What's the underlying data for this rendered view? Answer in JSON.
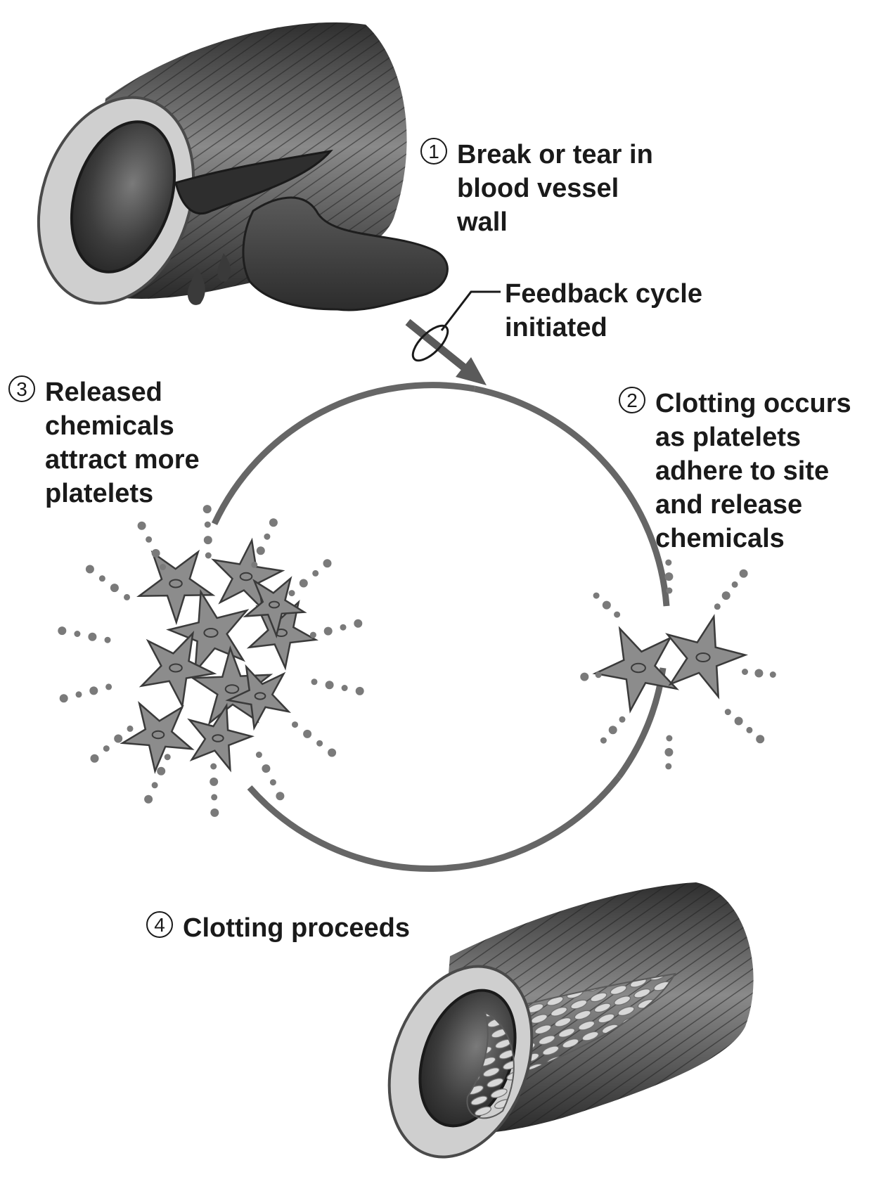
{
  "steps": [
    {
      "number": "1",
      "lines": [
        "Break or tear in",
        "blood vessel",
        "wall"
      ]
    },
    {
      "number": "2",
      "lines": [
        "Clotting occurs",
        "as platelets",
        "adhere to site",
        "and release",
        "chemicals"
      ]
    },
    {
      "number": "3",
      "lines": [
        "Released",
        "chemicals",
        "attract more",
        "platelets"
      ]
    },
    {
      "number": "4",
      "lines": [
        "Clotting proceeds"
      ]
    }
  ],
  "feedback_label": [
    "Feedback cycle",
    "initiated"
  ],
  "colors": {
    "cycle": "#666666",
    "vessel_dark": "#3d3d3d",
    "vessel_mid": "#7a7a7a",
    "blood": "#4a4a4a",
    "platelet": "#8c8c8c",
    "dot": "#7a7a7a"
  }
}
